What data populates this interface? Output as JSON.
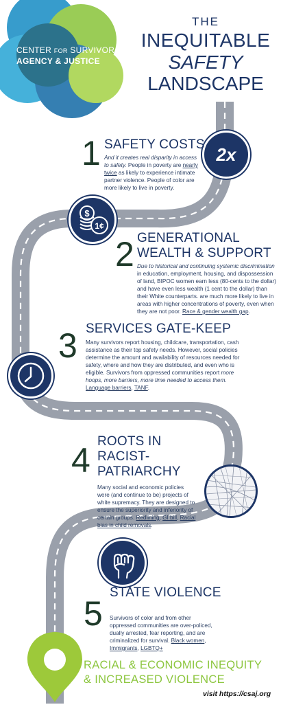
{
  "logo": {
    "line1_a": "CENTER ",
    "line1_b": "FOR",
    "line1_c": " SURVIVOR",
    "line2": "AGENCY & JUSTICE"
  },
  "title": {
    "the": "THE",
    "line1": "INEQUITABLE",
    "line2": "SAFETY",
    "line3": "LANDSCAPE"
  },
  "badge_2x": "2x",
  "coin_label": "1¢",
  "sections": [
    {
      "number": "1",
      "heading": "SAFETY COSTS",
      "body_italic": "And it creates real disparity in access to safety.",
      "body_pre": " People in poverty are ",
      "body_link": "nearly twice",
      "body_post": " as likely to experience intimate partner violence. People of color are more likely to live in poverty."
    },
    {
      "number": "2",
      "heading_line1": "GENERATIONAL",
      "heading_line2": "WEALTH & SUPPORT",
      "body_italic": "Due to historical and continuing systemic discrimination",
      "body_post": " in education, employment, housing, and dispossession of land, BIPOC women earn less (80-cents to the dollar) and have even less wealth (1 cent to the dollar) than their White counterparts. are much more likely to live in areas with higher concentrations of poverty, even when they are not poor. ",
      "body_link": "Race & gender wealth gap",
      "body_end": "."
    },
    {
      "number": "3",
      "heading": "SERVICES GATE-KEEP",
      "body_pre": "Many survivors report housing, childcare, transportation, cash assistance as their top safety needs. However, social policies determine the amount and availability of resources needed for safety, where and how they are distributed, and even who is eligible. Survivors from oppressed communities report ",
      "body_italic": "more hoops, more barriers, more time needed to access them.",
      "body_sp": " ",
      "link1": "Language barriers",
      "sep": ", ",
      "link2": "TANF",
      "body_end": "."
    },
    {
      "number": "4",
      "heading_line1": "ROOTS IN",
      "heading_line2": "RACIST-",
      "heading_line3": "PATRIARCHY",
      "body_pre": "Many social and economic policies were (and continue to be) projects of white supremacy. They are designed to ensure the superiority and inferiority of certain groups. ",
      "link1": "Redlining",
      "sep1": ", ",
      "link2": "GI bill",
      "sep2": ", ",
      "link3": "Racial bias in child removals",
      "body_end": "."
    },
    {
      "number": "5",
      "heading": "STATE VIOLENCE",
      "body_pre": "Survivors of color and from other oppressed communities are over-policed, dually arrested, fear reporting, and are criminalized for survival. ",
      "link1": "Black women",
      "sep1": ", ",
      "link2": "Immigrants",
      "sep2": ", ",
      "link3": "LGBTQ+"
    }
  ],
  "final": {
    "line1": "RACIAL & ECONOMIC INEQUITY",
    "line2": "& INCREASED VIOLENCE"
  },
  "visit": "visit https://csaj.org",
  "icons": [
    "2x-badge",
    "money-coins-icon",
    "clock-icon",
    "city-map-icon",
    "raised-fist-icon",
    "location-pin-icon"
  ],
  "colors": {
    "navy": "#1d3566",
    "road": "#9aa0ab",
    "green": "#8cc63e",
    "logo_blue": "#1c8fc6",
    "logo_green": "#8dc63f"
  }
}
